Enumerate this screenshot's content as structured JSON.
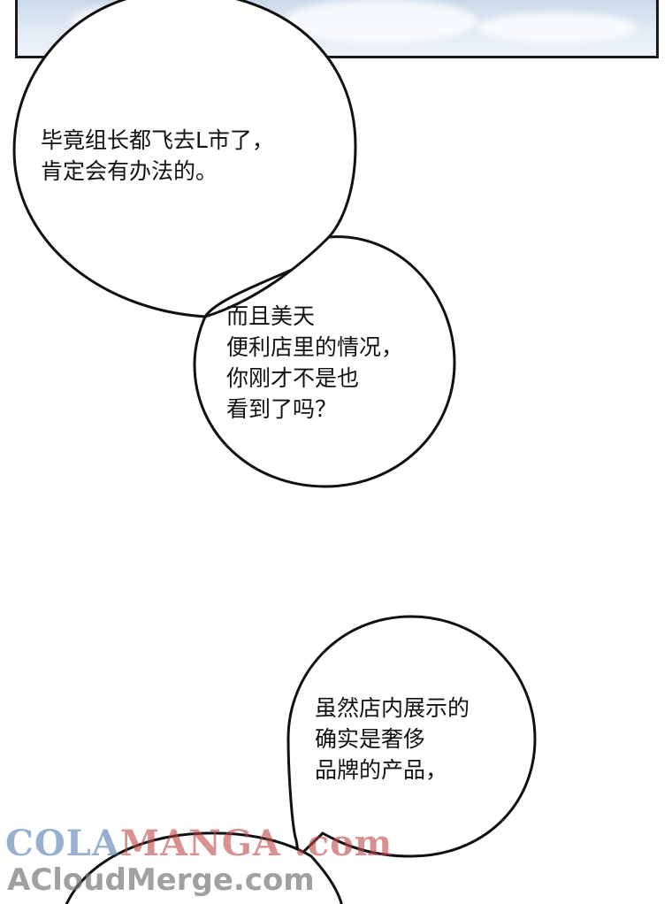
{
  "bubbles": [
    {
      "lines": [
        "毕竟组长都飞去L市了，",
        "肯定会有办法的。"
      ]
    },
    {
      "lines": [
        "而且美天",
        "便利店里的情况，",
        "你刚才不是也",
        "看到了吗？"
      ]
    },
    {
      "lines": [
        "虽然店内展示的",
        "确实是奢侈",
        "品牌的产品，"
      ]
    }
  ],
  "watermark": {
    "line1_blue": "COLA",
    "line1_red": "MANGA",
    "line1_suffix": " .com",
    "line2": "ACloudMerge.com"
  }
}
